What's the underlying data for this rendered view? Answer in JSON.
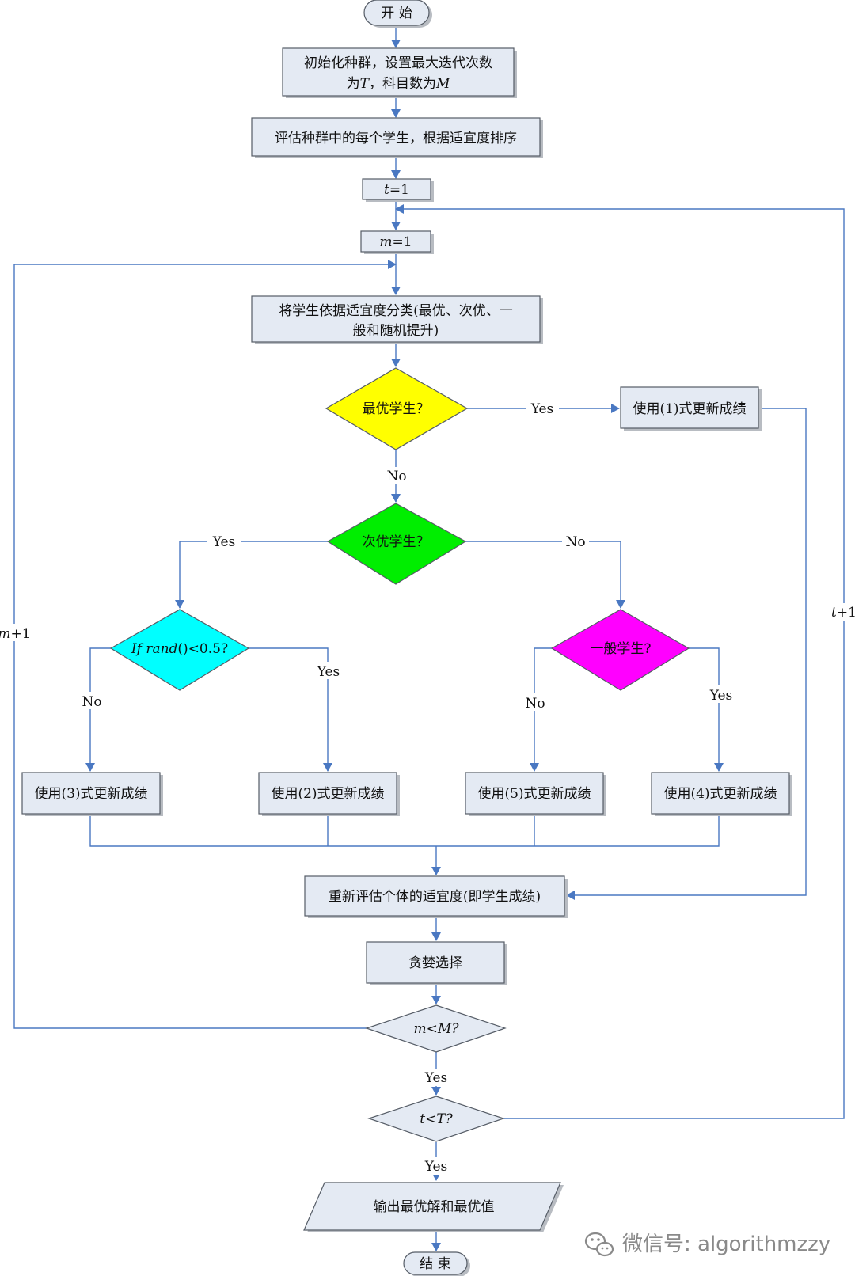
{
  "nodes": {
    "start": "开 始",
    "init_1": "初始化种群，设置最大迭代次数",
    "init_2_pre": "为",
    "init_2_T": "T",
    "init_2_mid": "，科目数为",
    "init_2_M": "M",
    "evaluate": "评估种群中的每个学生，根据适宜度排序",
    "t_init_var": "t",
    "t_init_val": "=1",
    "m_init_var": "m",
    "m_init_val": "=1",
    "classify_1": "将学生依据适宜度分类(最优、次优、一",
    "classify_2": "般和随机提升)",
    "best_q": "最优学生？",
    "update1": "使用(1)式更新成绩",
    "second_q": "次优学生？",
    "rand_q_pre": "If ",
    "rand_q_it": "rand",
    "rand_q_post": "()<0.5?",
    "general_q": "一般学生?",
    "update3": "使用(3)式更新成绩",
    "update2": "使用(2)式更新成绩",
    "update5": "使用(5)式更新成绩",
    "update4": "使用(4)式更新成绩",
    "reevaluate": "重新评估个体的适宜度(即学生成绩)",
    "greedy": "贪婪选择",
    "m_check": "m<M?",
    "t_check": "t<T?",
    "output": "输出最优解和最优值",
    "end": "结 束"
  },
  "edge_labels": {
    "yes_best": "Yes",
    "no_best": "No",
    "yes_second": "Yes",
    "no_second": "No",
    "yes_rand": "Yes",
    "no_rand": "No",
    "no_general": "No",
    "yes_general": "Yes",
    "yes_m": "Yes",
    "yes_t": "Yes",
    "m_loop_var": "m",
    "m_loop_val": "+1",
    "t_loop_var": "t",
    "t_loop_val": "+1"
  },
  "watermark": "微信号: algorithmzzy",
  "icons": {
    "watermark": "wechat-icon"
  },
  "colors": {
    "box_fill": "#e4eaf3",
    "arrow": "#4a78c2",
    "best_diamond": "#ffff00",
    "second_diamond": "#00ee00",
    "rand_diamond": "#00ffff",
    "general_diamond": "#ff00ff"
  }
}
